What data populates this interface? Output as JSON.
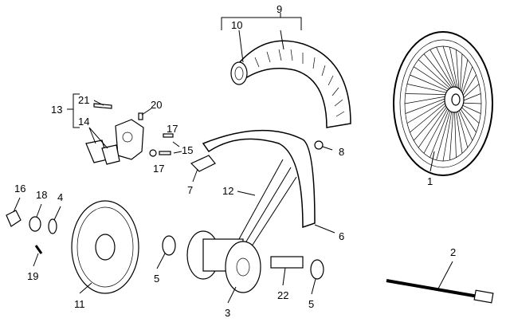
{
  "diagram": {
    "labels": {
      "tire_assembly": "9",
      "inner_tube": "10",
      "complete_wheel": "1",
      "caliper_group": "13",
      "caliper_bolt": "21",
      "brake_pads": "14",
      "bleed_screw": "20",
      "screw_upper": "17",
      "washer": "15",
      "screw_lower": "17",
      "fender_screw": "8",
      "fender_bracket": "7",
      "spoke": "12",
      "rim": "6",
      "axle_nut": "16",
      "spacer": "18",
      "oil_seal": "4",
      "disc_bolt": "19",
      "brake_disc": "11",
      "bearing_left": "5",
      "hub": "3",
      "spacer_tube": "22",
      "bearing_right": "5",
      "wheel_axle": "2"
    },
    "colors": {
      "line": "#000000",
      "background": "#ffffff"
    }
  }
}
